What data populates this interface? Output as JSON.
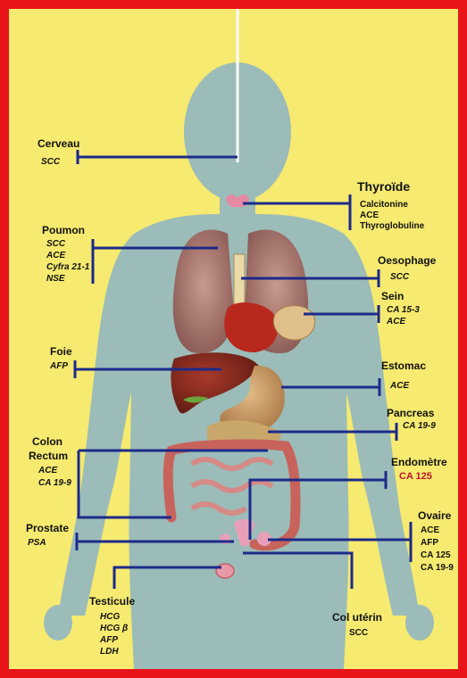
{
  "colors": {
    "frame": "#e8141a",
    "background": "#f6ea70",
    "silhouette": "#9bbcb8",
    "lines": "#1c2a8a",
    "marker_red": "#c0122c"
  },
  "organs": {
    "cerveau": {
      "name": "Cerveau",
      "markers": [
        "SCC"
      ]
    },
    "thyroide": {
      "name": "Thyroïde",
      "markers": [
        "Calcitonine",
        "ACE",
        "Thyroglobuline"
      ]
    },
    "poumon": {
      "name": "Poumon",
      "markers": [
        "SCC",
        "ACE",
        "Cyfra 21-1",
        "NSE"
      ]
    },
    "oesophage": {
      "name": "Oesophage",
      "markers": [
        "SCC"
      ]
    },
    "sein": {
      "name": "Sein",
      "markers": [
        "CA 15-3",
        "ACE"
      ]
    },
    "foie": {
      "name": "Foie",
      "markers": [
        "AFP"
      ]
    },
    "estomac": {
      "name": "Estomac",
      "markers": [
        "ACE"
      ]
    },
    "pancreas": {
      "name": "Pancreas",
      "markers": [
        "CA 19-9"
      ]
    },
    "colon": {
      "name_line1": "Colon",
      "name_line2": "Rectum",
      "markers": [
        "ACE",
        "CA 19-9"
      ]
    },
    "endometre": {
      "name": "Endomètre",
      "markers": [
        "CA 125"
      ]
    },
    "prostate": {
      "name": "Prostate",
      "markers": [
        "PSA"
      ]
    },
    "ovaire": {
      "name": "Ovaire",
      "markers": [
        "ACE",
        "AFP",
        "CA 125",
        "CA 19-9"
      ]
    },
    "testicule": {
      "name": "Testicule",
      "markers": [
        "HCG",
        "HCG β",
        "AFP",
        "LDH"
      ]
    },
    "col_uterin": {
      "name": "Col utérin",
      "markers": [
        "SCC"
      ]
    }
  }
}
